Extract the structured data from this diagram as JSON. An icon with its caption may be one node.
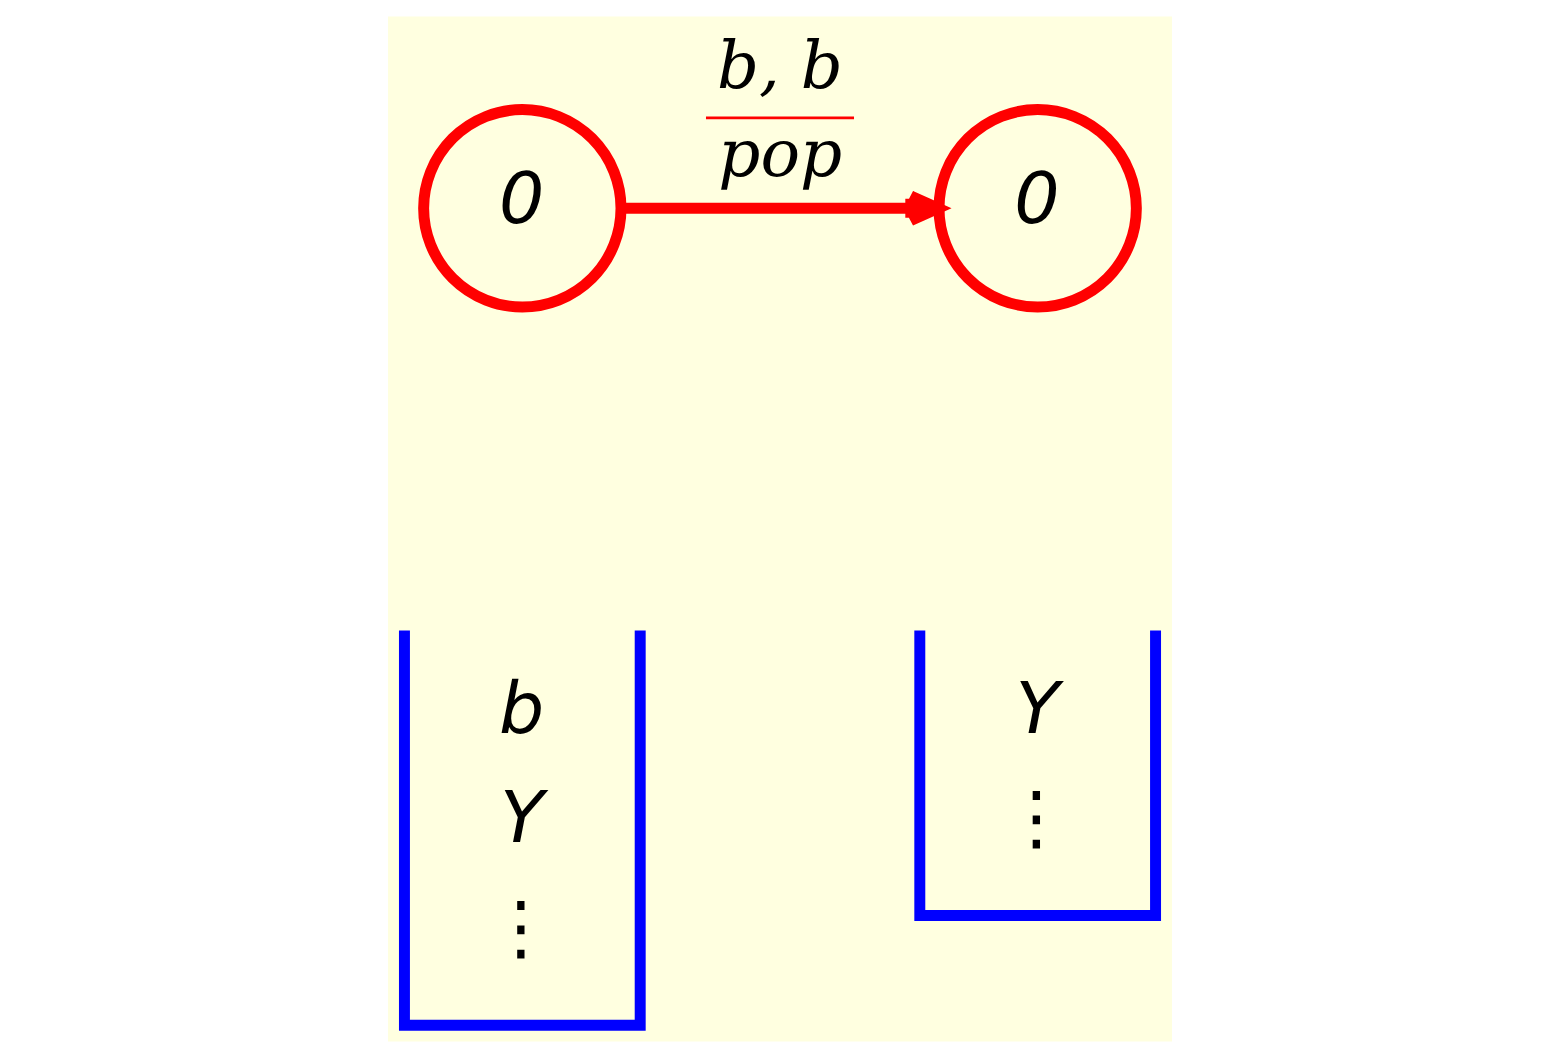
{
  "diagram": {
    "nodes": [
      {
        "text": [
          "0"
        ]
      },
      {
        "text": [
          "0"
        ]
      },
      {
        "text": [
          "b",
          "Y",
          "⋮"
        ]
      },
      {
        "text": [
          "Y",
          "⋮"
        ]
      }
    ],
    "edges": [
      {
        "from": 0,
        "to": 1,
        "arrow": "to",
        "label": "b, b pop"
      }
    ]
  }
}
